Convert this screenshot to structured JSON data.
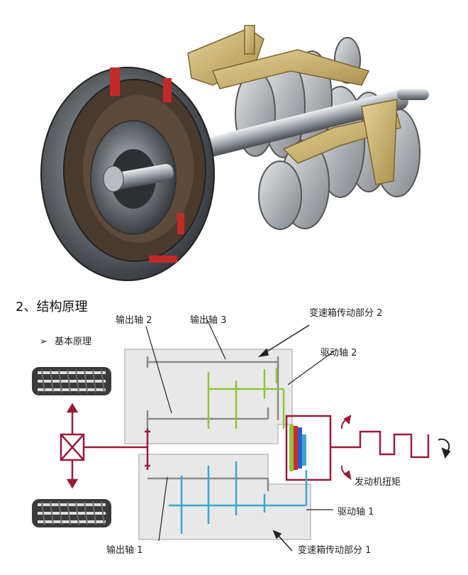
{
  "section_title": "2、结构原理",
  "subtitle": "基本原理",
  "subtitle_marker": "➢",
  "labels": {
    "output_shaft_2": "输出轴 2",
    "output_shaft_3": "输出轴 3",
    "gearbox_part_2": "变速箱传动部分 2",
    "drive_shaft_2": "驱动轴 2",
    "engine_torque": "发动机扭矩",
    "drive_shaft_1": "驱动轴 1",
    "output_shaft_1": "输出轴 1",
    "gearbox_part_1": "变速箱传动部分 1"
  },
  "colors": {
    "output_line": "#9a1a3a",
    "green_shaft": "#8fc43a",
    "blue_shaft": "#39a8d0",
    "grey_shaft": "#8a8a8a",
    "clutch_red": "#d02a2a",
    "clutch_blue": "#2a5fd0",
    "housing_fill": "#e8e8e8",
    "housing_stroke": "#bcbcbc"
  },
  "icons": [
    "dual-clutch-transmission-render",
    "tire-icon",
    "differential-icon",
    "rotation-arrow-icon"
  ]
}
